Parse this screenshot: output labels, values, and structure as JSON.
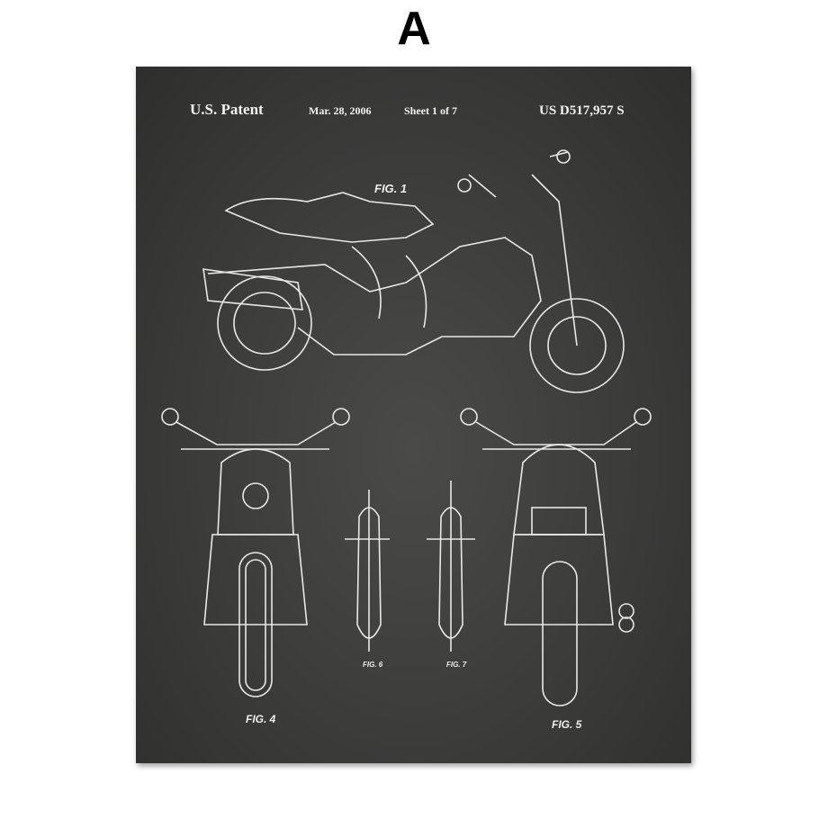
{
  "label": "A",
  "header": {
    "patent": "U.S. Patent",
    "date": "Mar. 28, 2006",
    "sheet": "Sheet 1 of 7",
    "number": "US D517,957 S"
  },
  "figures": {
    "fig1": "FIG. 1",
    "fig4": "FIG. 4",
    "fig6": "FIG. 6",
    "fig7": "FIG. 7",
    "fig5": "FIG. 5"
  }
}
